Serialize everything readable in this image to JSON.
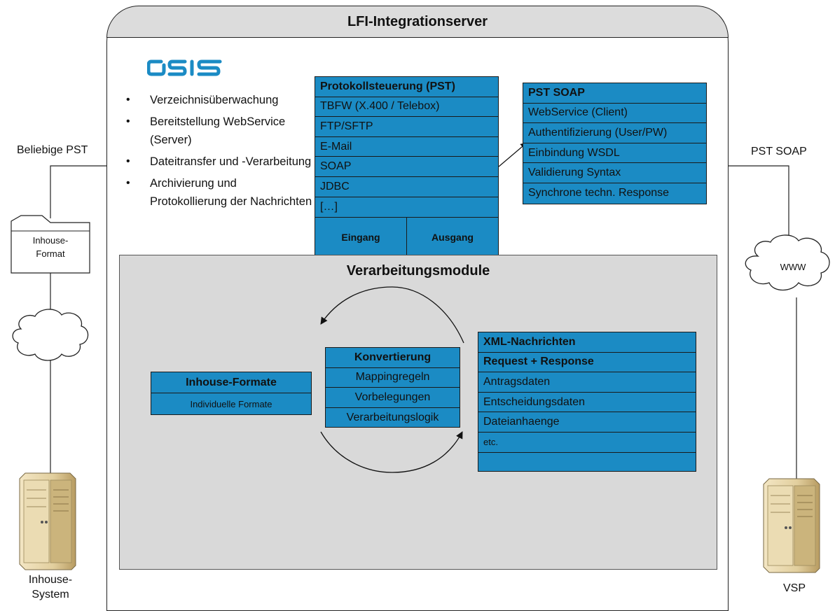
{
  "server": {
    "title": "LFI-Integrationserver"
  },
  "logo": {
    "text": "OSIS"
  },
  "features": [
    "Verzeichnisüberwachung",
    "Bereitstellung WebService (Server)",
    "Dateitransfer und -Verarbeitung",
    "Archivierung und Protokollierung der Nachrichten"
  ],
  "pst": {
    "header": "Protokollsteuerung (PST)",
    "items": [
      "TBFW (X.400 / Telebox)",
      "FTP/SFTP",
      "E-Mail",
      "SOAP",
      "JDBC",
      "[…]"
    ],
    "eingang": "Eingang",
    "ausgang": "Ausgang"
  },
  "pst_soap": {
    "header": "PST SOAP",
    "items": [
      "WebService (Client)",
      "Authentifizierung (User/PW)",
      "Einbindung WSDL",
      "Validierung Syntax",
      "Synchrone techn. Response"
    ]
  },
  "verarbeitung": {
    "title": "Verarbeitungsmodule"
  },
  "inhouse_formate": {
    "header": "Inhouse-Formate",
    "item": "Individuelle Formate"
  },
  "konvertierung": {
    "header": "Konvertierung",
    "items": [
      "Mappingregeln",
      "Vorbelegungen",
      "Verarbeitungslogik"
    ]
  },
  "xml": {
    "header1": "XML-Nachrichten",
    "header2": "Request + Response",
    "items": [
      "Antragsdaten",
      "Entscheidungsdaten",
      "Dateianhaenge",
      "etc."
    ],
    "empty": ""
  },
  "left": {
    "pst_label": "Beliebige PST",
    "folder_label_1": "Inhouse-",
    "folder_label_2": "Format",
    "system_label_1": "Inhouse-",
    "system_label_2": "System"
  },
  "right": {
    "pst_label": "PST SOAP",
    "cloud_label": "WWW",
    "system_label": "VSP"
  },
  "colors": {
    "module_blue": "#1b8bc4",
    "header_grey": "#dcdcdc",
    "panel_grey": "#d9d9d9"
  }
}
